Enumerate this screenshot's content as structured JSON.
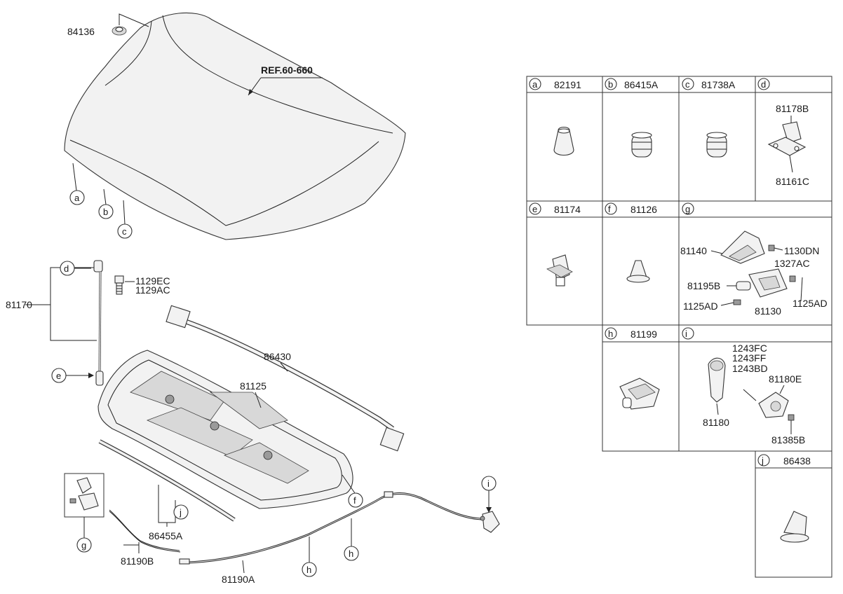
{
  "diagram_labels": {
    "grommet": "84136",
    "reference": "REF.60-660",
    "stay_rod": "81170",
    "bolt_a": "1129EC",
    "bolt_b": "1129AC",
    "weatherstrip": "86430",
    "insulator": "81125",
    "seal_strip": "86455A",
    "cable_b": "81190B",
    "cable_a": "81190A"
  },
  "callouts": {
    "a": "a",
    "b": "b",
    "c": "c",
    "d": "d",
    "e": "e",
    "f": "f",
    "g": "g",
    "h": "h",
    "i": "i",
    "j": "j"
  },
  "table": {
    "cells": [
      {
        "letter": "a",
        "code": "82191"
      },
      {
        "letter": "b",
        "code": "86415A"
      },
      {
        "letter": "c",
        "code": "81738A"
      },
      {
        "letter": "d",
        "code": ""
      },
      {
        "letter": "e",
        "code": "81174"
      },
      {
        "letter": "f",
        "code": "81126"
      },
      {
        "letter": "g",
        "code": ""
      },
      {
        "letter": "h",
        "code": "81199"
      },
      {
        "letter": "i",
        "code": ""
      },
      {
        "letter": "j",
        "code": "86438"
      }
    ],
    "d_parts": {
      "top": "81178B",
      "bottom": "81161C"
    },
    "g_parts": {
      "p1": "81140",
      "p2": "1130DN",
      "p3": "1327AC",
      "p4": "81195B",
      "p5": "1125AD",
      "p6": "81130",
      "p7": "1125AD"
    },
    "i_parts": {
      "p1": "1243FC",
      "p2": "1243FF",
      "p3": "1243BD",
      "p4": "81180E",
      "p5": "81180",
      "p6": "81385B"
    }
  },
  "colors": {
    "line": "#222222",
    "fill": "#f2f2f2",
    "background": "#ffffff"
  }
}
